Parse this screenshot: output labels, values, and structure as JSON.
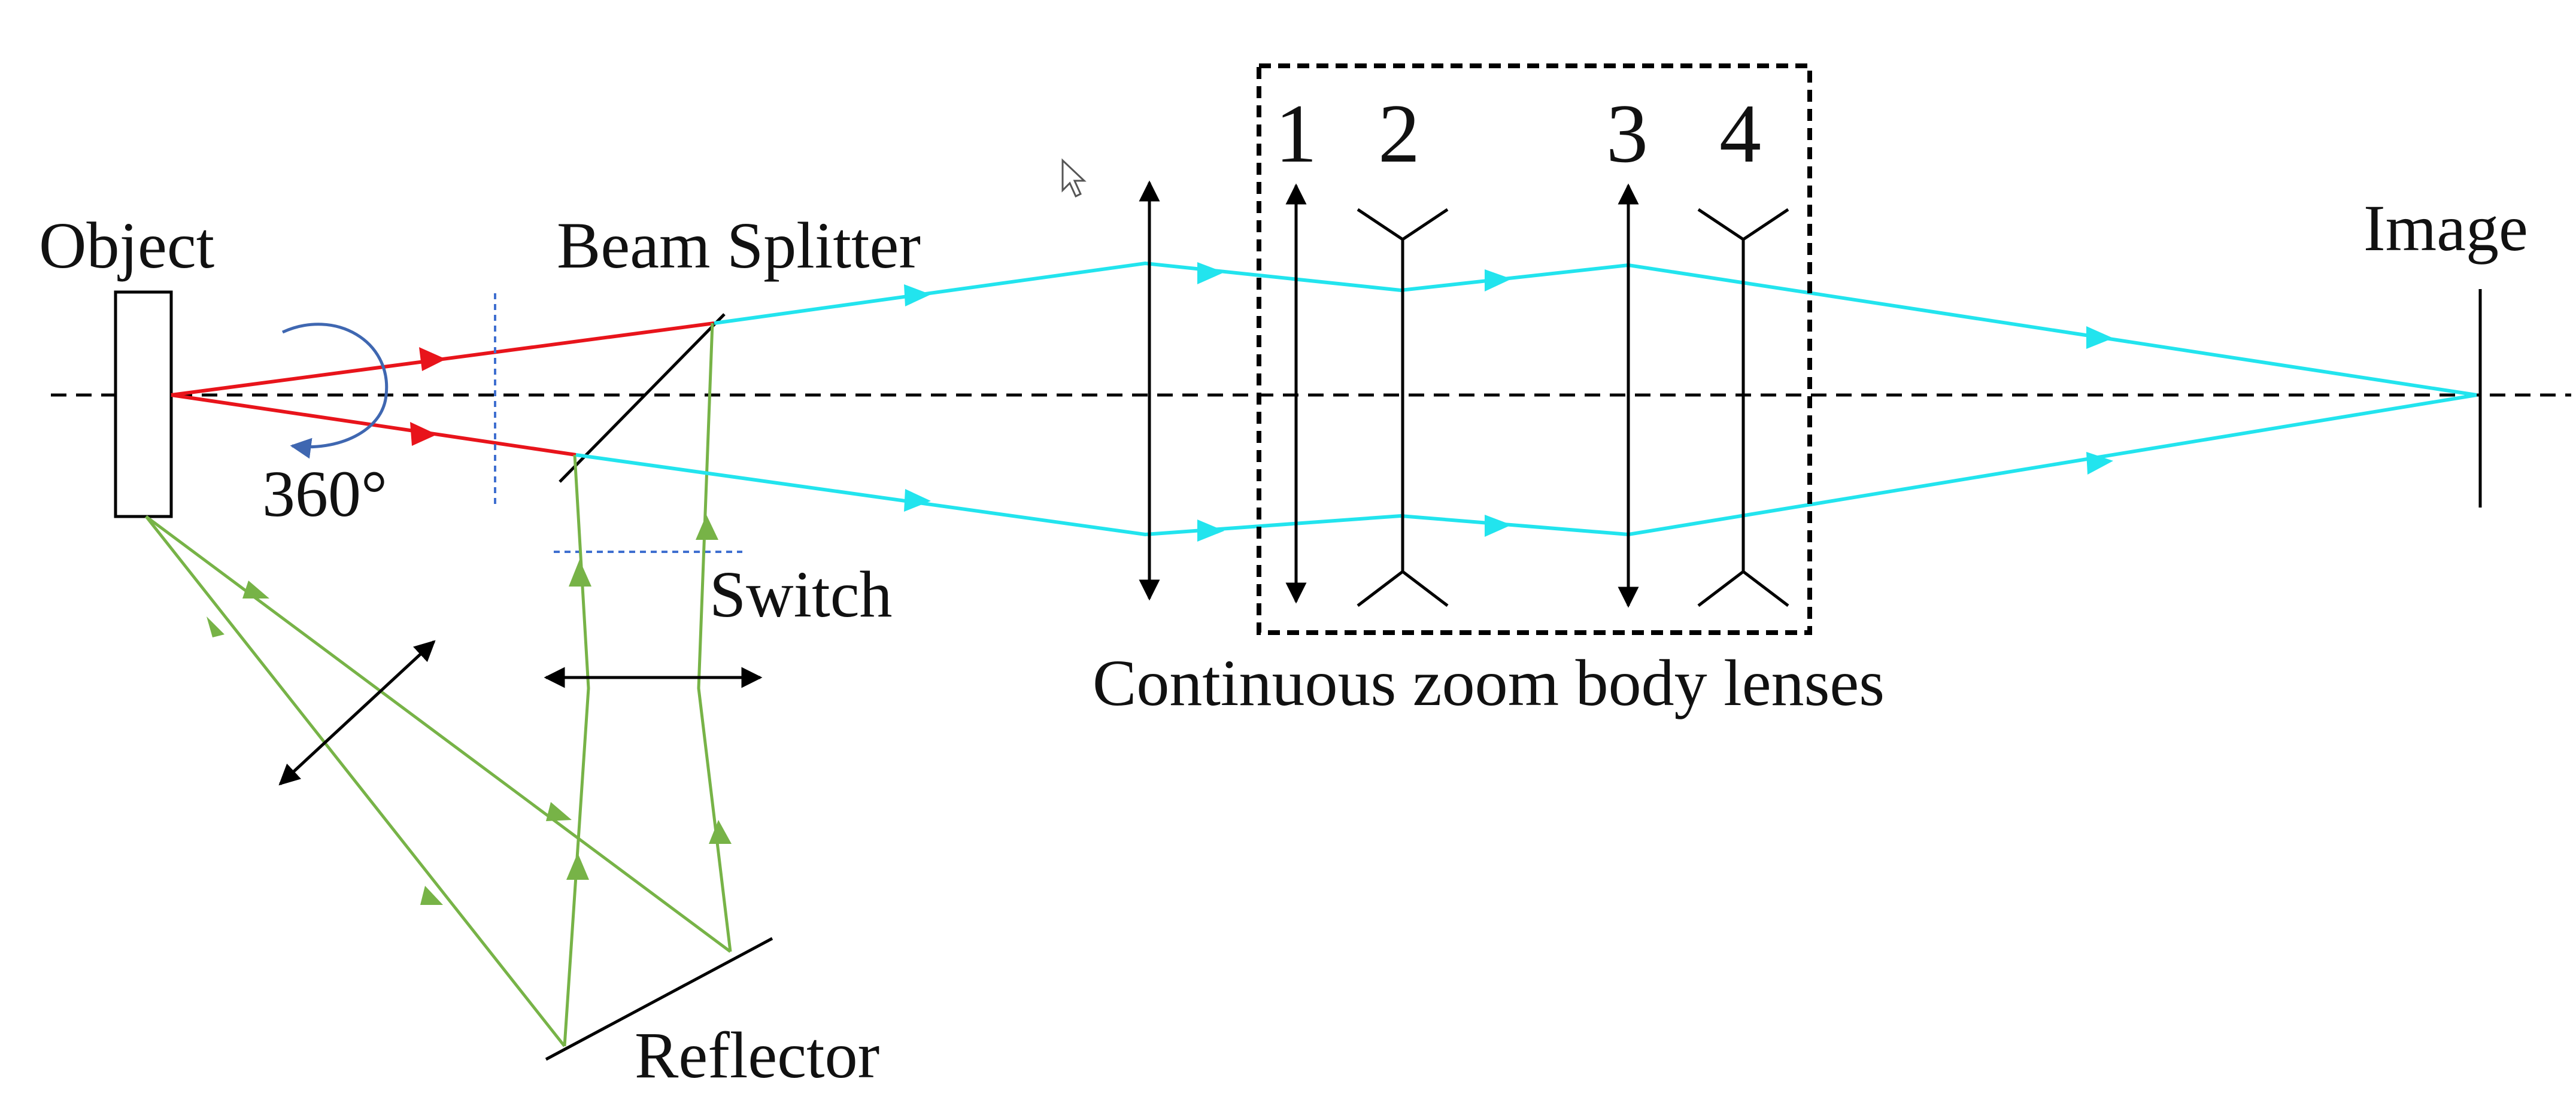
{
  "diagram": {
    "labels": {
      "object": "Object",
      "beam_splitter": "Beam Splitter",
      "rotation": "360°",
      "switch": "Switch",
      "reflector": "Reflector",
      "image": "Image",
      "zoom_group": "Continuous zoom body lenses",
      "lens_1": "1",
      "lens_2": "2",
      "lens_3": "3",
      "lens_4": "4"
    },
    "colors": {
      "optical_axis": "#000000",
      "object_rays": "#e8141b",
      "imaging_rays": "#22e4ee",
      "reflected_rays": "#77b347",
      "components": "#000000",
      "rotation_arrow": "#3f67b1",
      "guide_lines": "#3f6fd0"
    }
  }
}
